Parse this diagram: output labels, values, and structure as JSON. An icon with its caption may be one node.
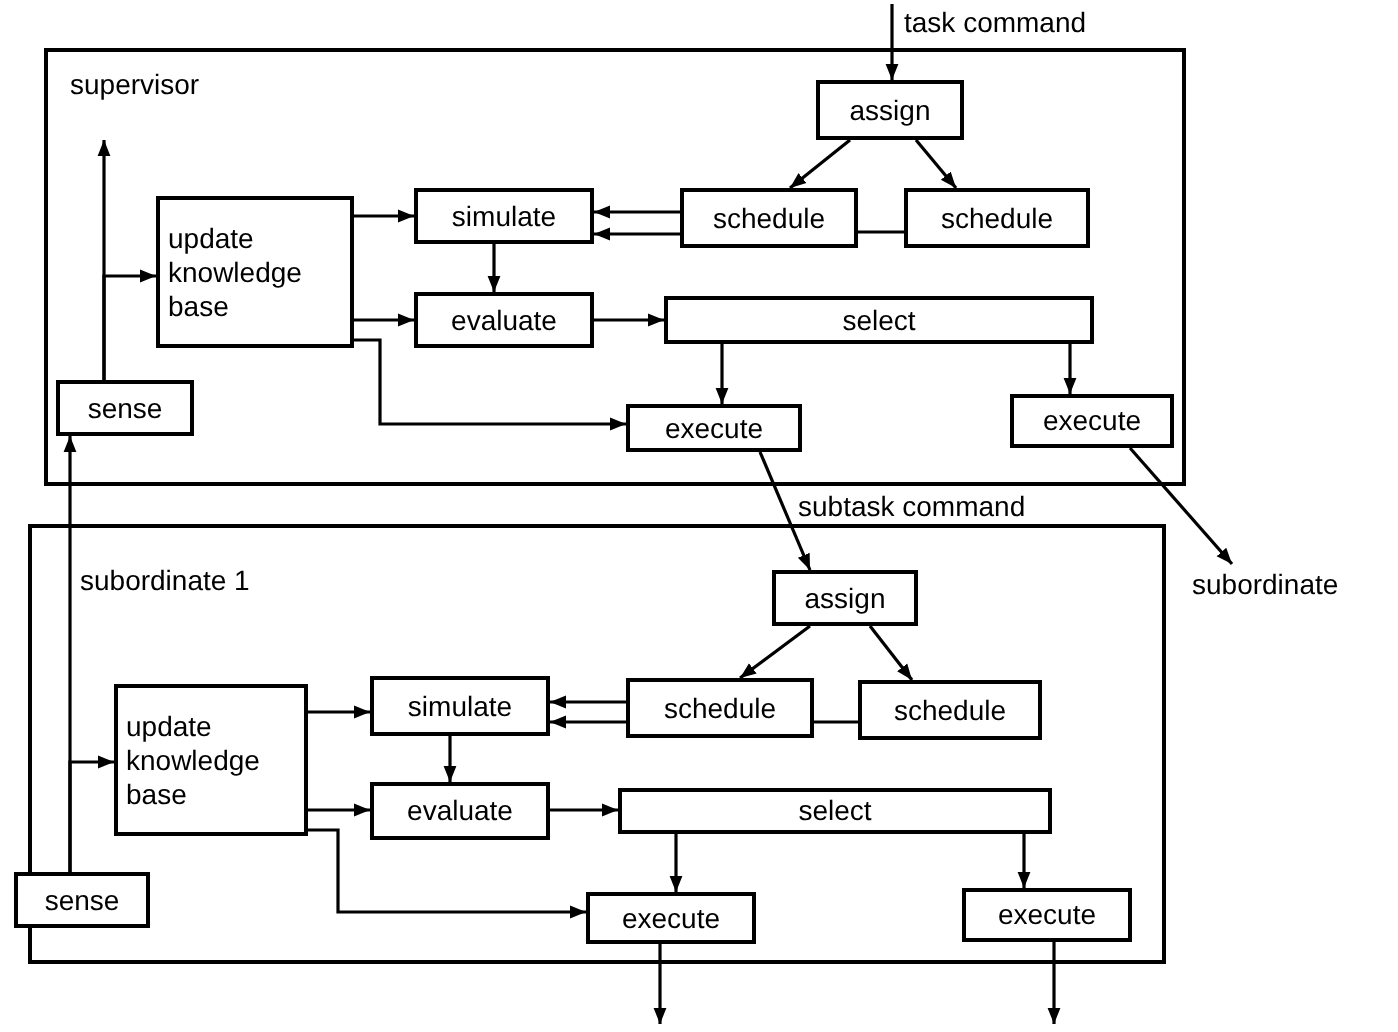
{
  "diagram": {
    "nodes": [
      {
        "text": [
          "supervisor"
        ]
      },
      {
        "text": [
          "assign"
        ],
        "in": 0
      },
      {
        "text": [
          "schedule"
        ],
        "in": 0
      },
      {
        "text": [
          "schedule"
        ],
        "in": 0
      },
      {
        "text": [
          "update knowledge base"
        ],
        "in": 0
      },
      {
        "text": [
          "simulate"
        ],
        "in": 0
      },
      {
        "text": [
          "evaluate"
        ],
        "in": 0
      },
      {
        "text": [
          "select"
        ],
        "in": 0
      },
      {
        "text": [
          "sense"
        ],
        "in": 0
      },
      {
        "text": [
          "execute"
        ],
        "in": 0
      },
      {
        "text": [
          "execute"
        ],
        "in": 0
      },
      {
        "text": [
          "subordinate"
        ]
      },
      {
        "text": [
          "subordinate 1"
        ]
      },
      {
        "text": [
          "assign"
        ],
        "in": 12
      },
      {
        "text": [
          "schedule"
        ],
        "in": 12
      },
      {
        "text": [
          "schedule"
        ],
        "in": 12
      },
      {
        "text": [
          "update knowledge base"
        ],
        "in": 12
      },
      {
        "text": [
          "simulate"
        ],
        "in": 12
      },
      {
        "text": [
          "evaluate"
        ],
        "in": 12
      },
      {
        "text": [
          "select"
        ],
        "in": 12
      },
      {
        "text": [
          "sense"
        ]
      },
      {
        "text": [
          "execute"
        ],
        "in": 12
      },
      {
        "text": [
          "execute"
        ],
        "in": 12
      }
    ],
    "edges": [
      {
        "from": null,
        "to": 1,
        "arrow": "to",
        "label": "task command"
      },
      {
        "from": 1,
        "to": 2,
        "arrow": "to"
      },
      {
        "from": 1,
        "to": 3,
        "arrow": "to"
      },
      {
        "from": 2,
        "to": 3,
        "arrow": "none"
      },
      {
        "from": 2,
        "to": 5,
        "arrow": "to"
      },
      {
        "from": 2,
        "to": 5,
        "arrow": "to"
      },
      {
        "from": 5,
        "to": 6,
        "arrow": "to"
      },
      {
        "from": 4,
        "to": 5,
        "arrow": "to"
      },
      {
        "from": 4,
        "to": 6,
        "arrow": "to"
      },
      {
        "from": 4,
        "to": 9,
        "arrow": "to"
      },
      {
        "from": 6,
        "to": 7,
        "arrow": "to"
      },
      {
        "from": 7,
        "to": 9,
        "arrow": "to"
      },
      {
        "from": 7,
        "to": 10,
        "arrow": "to"
      },
      {
        "from": 8,
        "to": 4,
        "arrow": "to"
      },
      {
        "from": 8,
        "to": null,
        "arrow": "to"
      },
      {
        "from": 9,
        "to": 13,
        "arrow": "to",
        "label": "subtask command"
      },
      {
        "from": 10,
        "to": 11,
        "arrow": "to"
      },
      {
        "from": 20,
        "to": 8,
        "arrow": "to"
      },
      {
        "from": 20,
        "to": 16,
        "arrow": "to"
      },
      {
        "from": 13,
        "to": 14,
        "arrow": "to"
      },
      {
        "from": 13,
        "to": 15,
        "arrow": "to"
      },
      {
        "from": 14,
        "to": 15,
        "arrow": "none"
      },
      {
        "from": 14,
        "to": 17,
        "arrow": "to"
      },
      {
        "from": 14,
        "to": 17,
        "arrow": "to"
      },
      {
        "from": 17,
        "to": 18,
        "arrow": "to"
      },
      {
        "from": 16,
        "to": 17,
        "arrow": "to"
      },
      {
        "from": 16,
        "to": 18,
        "arrow": "to"
      },
      {
        "from": 16,
        "to": 21,
        "arrow": "to"
      },
      {
        "from": 18,
        "to": 19,
        "arrow": "to"
      },
      {
        "from": 19,
        "to": 21,
        "arrow": "to"
      },
      {
        "from": 19,
        "to": 22,
        "arrow": "to"
      },
      {
        "from": 21,
        "to": null,
        "arrow": "to"
      },
      {
        "from": 22,
        "to": null,
        "arrow": "to"
      }
    ]
  }
}
